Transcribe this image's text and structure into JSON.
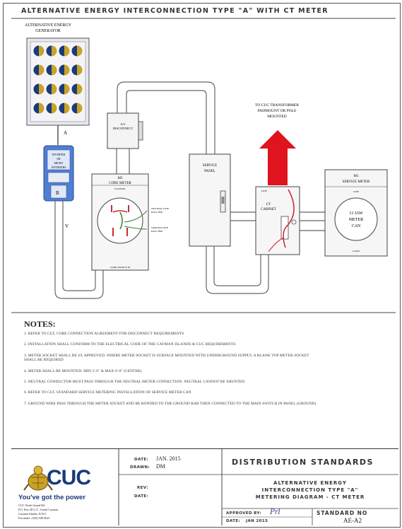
{
  "title": "ALTERNATIVE ENERGY INTERCONNECTION TYPE \"A\" WITH CT METER",
  "diagram": {
    "generator_label": [
      "ALTERNATIVE ENERGY",
      "GENERATOR"
    ],
    "inverter_label": [
      "INVERTER",
      "OR",
      "MICRO",
      "INVERTERS"
    ],
    "ac_disconnect": [
      "A/C",
      "DISCONNECT"
    ],
    "m2_meter": [
      "M2",
      "CORE METER"
    ],
    "m2_terminal": "TO PANEL",
    "m2_bottom": "CORE SOURCE IN",
    "m2_side_top": [
      "NEUTRAL LINE",
      "PASS THR"
    ],
    "m2_side_bottom": [
      "GROUND LINE",
      "PASS THR"
    ],
    "service_panel": [
      "SERVICE",
      "PANEL"
    ],
    "transformer_note": [
      "TO CUC TRANSFORMER",
      "PADMOUNT OR POLE",
      "MOUNTED"
    ],
    "ct_cabinet": [
      "CT",
      "CABINET"
    ],
    "ct_line": "LINE",
    "m1_meter": [
      "M1",
      "SERVICE METER"
    ],
    "m1_line": "LINE",
    "m1_can": [
      "13 JAW",
      "METER",
      "CAN"
    ],
    "m1_load": "LOAD",
    "mark_a": "A",
    "mark_b": "B",
    "mark_v": "V"
  },
  "notes": {
    "heading": "NOTES:",
    "items": [
      "1. REFER TO CUC CORE CONNECTION AGREEMENT FOR DISCONNECT REQUIREMENTS",
      "2. INSTALLATION SHALL CONFORM TO THE ELECTRICAL CODE OF THE CAYMAN ISLANDS & CUC REQUIREMENTS",
      "3. METER SOCKET SHALL BE UL APPROVED. WHERE METER SOCKET IS SURFACE MOUNTED WITH UNDERGROUND SUPPLY, A BLANK TOP METER SOCKET SHALL BE REQUIRED",
      "4. METER SHALL BE MOUNTED: MIN 5'-6\" & MAX 6'-0\" (CENTER)",
      "5. NEUTRAL CONDUCTOR MUST PASS THROUGH THE NEUTRAL METER CONNECTION. NEUTRAL CANNOT BE SHUNTED",
      "6. REFER TO CUC STANDARD SERVICE METERING INSTALLATION OF SERVICE METER CAN",
      "7. GROUND WIRE PASS THROUGH THE METER SOCKET AND BE BONDED TO THE GROUND BAR THEN CONNECTED TO THE MAIN SWITCH IN PANEL (GROUND)"
    ]
  },
  "title_block": {
    "logo_text": "CUC",
    "tagline": "You've got the power",
    "address": [
      "CUC North Sound Rd.",
      "P.O. Box 38 G.T., Grand Cayman",
      "Cayman Islands, B.W.I.",
      "Facsimile: (345) 949-4621"
    ],
    "date_label": "DATE:",
    "date_value": "JAN. 2015",
    "drawn_label": "DRAWN:",
    "drawn_value": "DM",
    "rev_label": "REV:",
    "rev_date_label": "DATE:",
    "dist_title": "DISTRIBUTION STANDARDS",
    "drawing_title": [
      "ALTERNATIVE ENERGY",
      "INTERCONNECTION TYPE \"A\"",
      "METERING DIAGRAM - CT METER"
    ],
    "approved_label": "APPROVED BY:",
    "approved_sig": "Prl",
    "date2_label": "DATE:",
    "date2_value": "JAN 2015",
    "std_no_label": "STANDARD NO",
    "std_no_value": "AE-A2"
  },
  "colors": {
    "arrow": "#e0141e",
    "wire_red": "#d0202a",
    "wire_green": "#3a8a3a",
    "panel_blue": "#1a3a7a",
    "panel_gold": "#c9a227",
    "inverter": "#3f6fc4"
  }
}
